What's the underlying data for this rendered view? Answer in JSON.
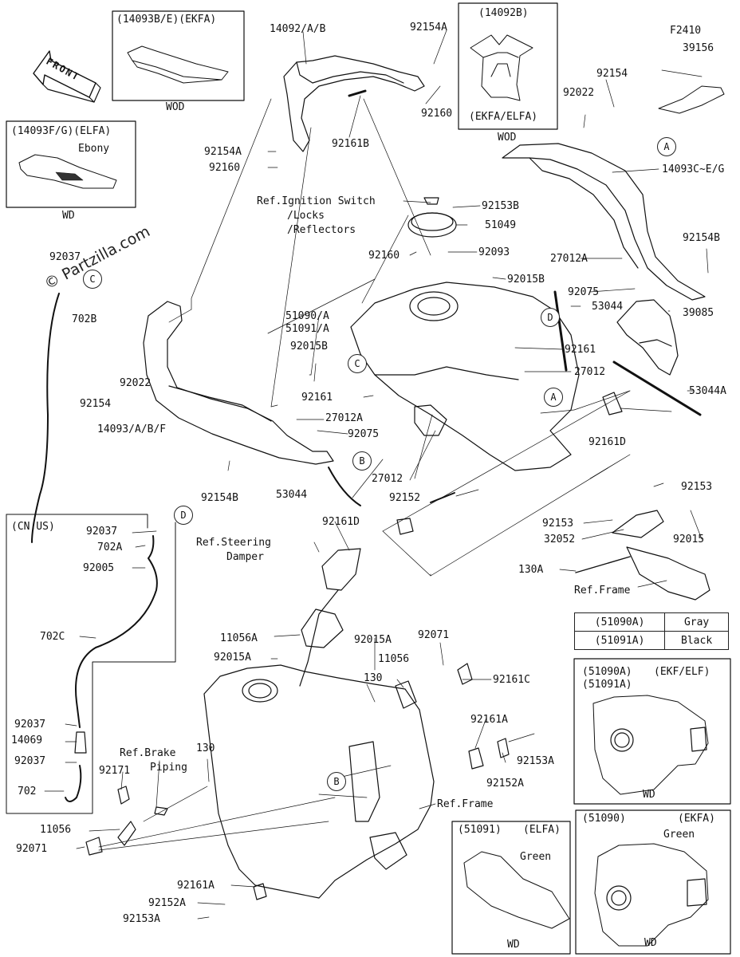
{
  "watermark": "© Partzilla.com",
  "front_label": "FRONT",
  "insets": {
    "kit_14093be": {
      "code": "(14093B/E)(EKFA)",
      "foot": "WOD"
    },
    "kit_14092b": {
      "code": "(14092B)",
      "variant": "(EKFA/ELFA)",
      "foot": "WOD"
    },
    "kit_14093fg": {
      "code": "(14093F/G)(ELFA)",
      "note": "Ebony",
      "foot": "WD"
    },
    "cnus": {
      "code": "(CN,US)"
    },
    "tank_ekf_elf": {
      "code1": "(51090A)",
      "code2": "(51091A)",
      "variant": "(EKF/ELF)",
      "foot": "WD"
    },
    "cover_51091": {
      "code": "(51091)",
      "variant": "(ELFA)",
      "color": "Green",
      "foot": "WD"
    },
    "tank_51090": {
      "code": "(51090)",
      "variant": "(EKFA)",
      "color": "Green",
      "foot": "WD"
    }
  },
  "color_table": [
    {
      "part": "(51090A)",
      "color": "Gray"
    },
    {
      "part": "(51091A)",
      "color": "Black"
    }
  ],
  "labels": {
    "p14092ab": "14092/A/B",
    "p92154a_top": "92154A",
    "p92160_top": "92160",
    "p92161b": "92161B",
    "f2410": "F2410",
    "p39156": "39156",
    "p92022_top": "92022",
    "p92154_top": "92154",
    "p14093ceg": "14093C~E/G",
    "p92154a_l": "92154A",
    "p92160_l": "92160",
    "ref_ignition1": "Ref.Ignition Switch",
    "ref_ignition2": "/Locks",
    "ref_ignition3": "/Reflectors",
    "p92153b": "92153B",
    "p51049": "51049",
    "p92160_m": "92160",
    "p92093": "92093",
    "p27012a_r": "27012A",
    "p92154b_r": "92154B",
    "p92015b_r": "92015B",
    "p92075_r": "92075",
    "p53044_r": "53044",
    "p39085": "39085",
    "p51090a": "51090/A",
    "p51091a": "51091/A",
    "p92015b_l": "92015B",
    "p92161_r": "92161",
    "p27012_r": "27012",
    "p92161_l": "92161",
    "p53044a": "53044A",
    "p92037_top": "92037",
    "p702b": "702B",
    "p92022_l": "92022",
    "p92154_l": "92154",
    "p14093abf": "14093/A/B/F",
    "p27012a_l": "27012A",
    "p92075_l": "92075",
    "p92161d_r": "92161D",
    "p92154b_l": "92154B",
    "p53044_l": "53044",
    "p27012_l": "27012",
    "p92152": "92152",
    "p92153_a": "92153",
    "p92153_b": "92153",
    "p92015": "92015",
    "p32052": "32052",
    "p130a": "130A",
    "ref_frame_r": "Ref.Frame",
    "p92037_a": "92037",
    "p702a": "702A",
    "p92005": "92005",
    "p702c": "702C",
    "p92037_b": "92037",
    "p14069": "14069",
    "p92037_c": "92037",
    "p702": "702",
    "p92161d_m": "92161D",
    "ref_steering1": "Ref.Steering",
    "ref_steering2": "Damper",
    "p11056a": "11056A",
    "p92015a_l": "92015A",
    "p92015a_m": "92015A",
    "p92071_top": "92071",
    "p11056_m": "11056",
    "p130_m": "130",
    "p92161c": "92161C",
    "p92161a_r": "92161A",
    "p92153a_r": "92153A",
    "p92152a_r": "92152A",
    "ref_frame_m": "Ref.Frame",
    "ref_brake1": "Ref.Brake",
    "ref_brake2": "Piping",
    "p130_l": "130",
    "p92171": "92171",
    "p11056_l": "11056",
    "p92071_l": "92071",
    "p92161a_l": "92161A",
    "p92152a_l": "92152A",
    "p92153a_l": "92153A"
  },
  "callouts": {
    "a1": "A",
    "a2": "A",
    "b1": "B",
    "b2": "B",
    "c1": "C",
    "c2": "C",
    "d1": "D",
    "d2": "D"
  }
}
